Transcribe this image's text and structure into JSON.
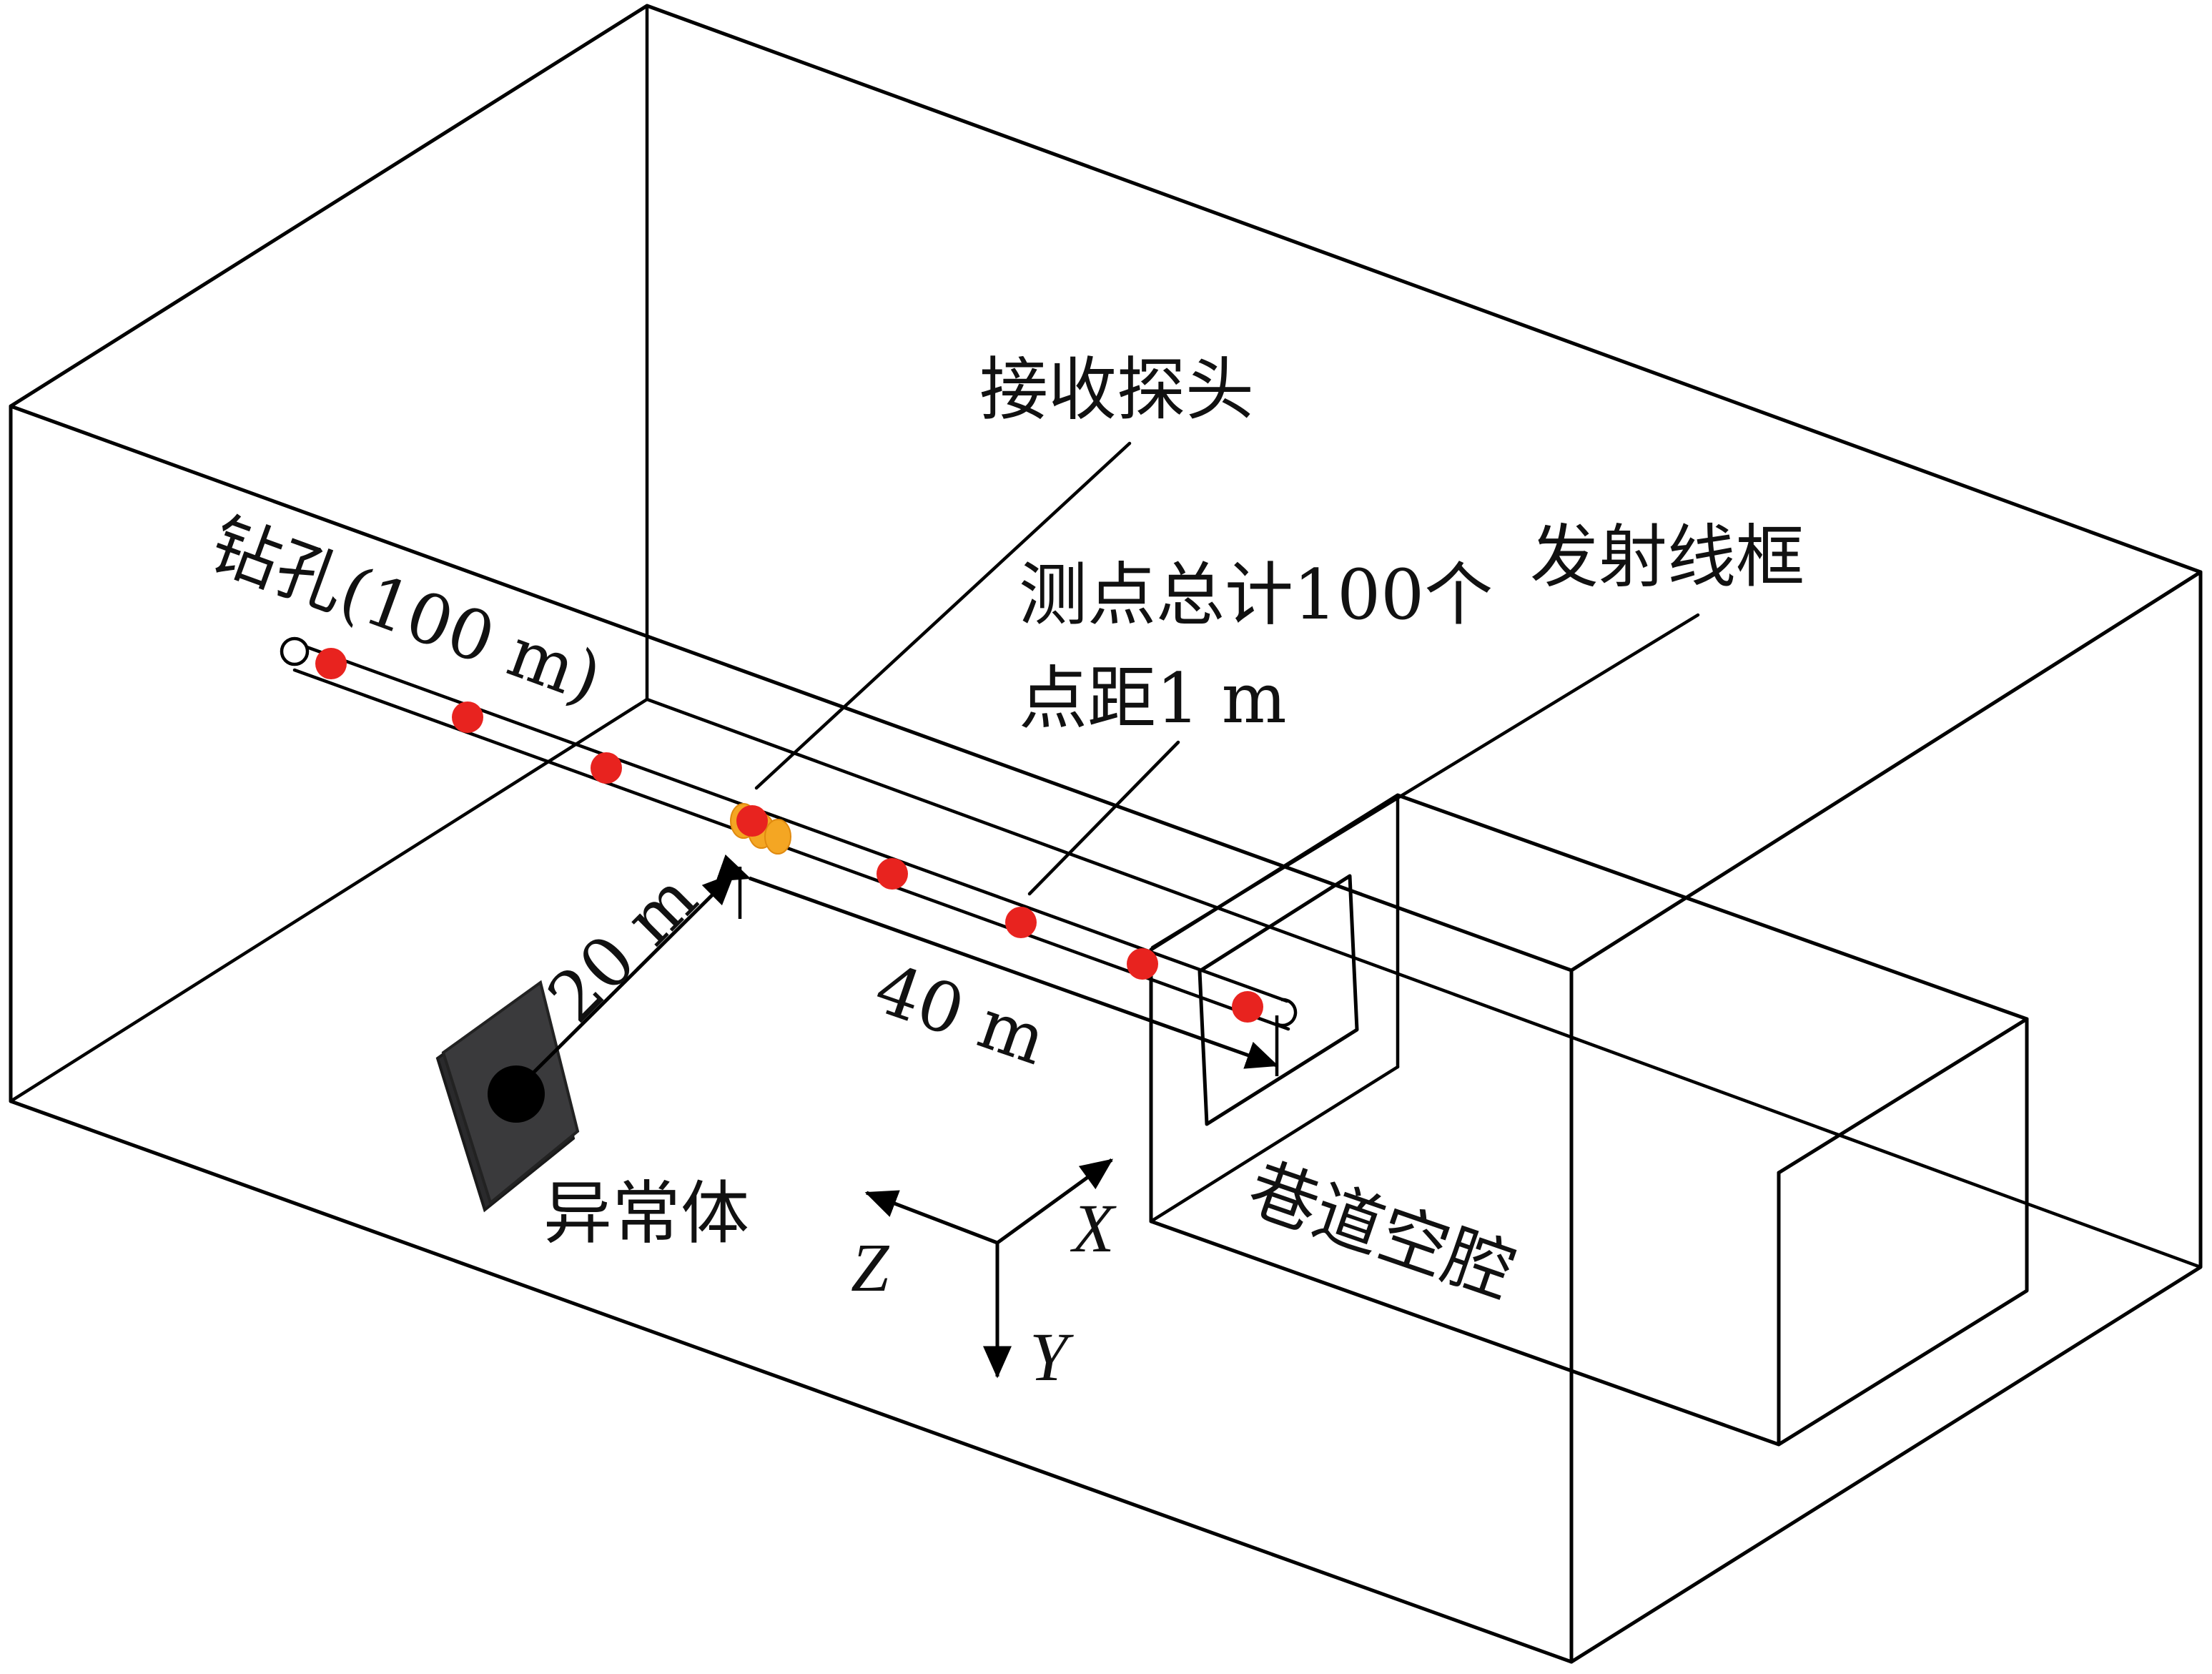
{
  "labels": {
    "borehole": "钻孔(100 m)",
    "receiver_probe": "接收探头",
    "measure_points_line1": "测点总计100个",
    "measure_points_line2": "点距1 m",
    "transmit_loop": "发射线框",
    "anomaly_body": "异常体",
    "tunnel_cavity": "巷道空腔",
    "dist_20": "20 m",
    "dist_40": "40 m"
  },
  "axes": {
    "x": "X",
    "y": "Y",
    "z": "Z"
  },
  "colors": {
    "measure_point": "#e8231f",
    "probe": "#f4a623",
    "anomaly": "#3a3a3c",
    "line": "#000000"
  }
}
